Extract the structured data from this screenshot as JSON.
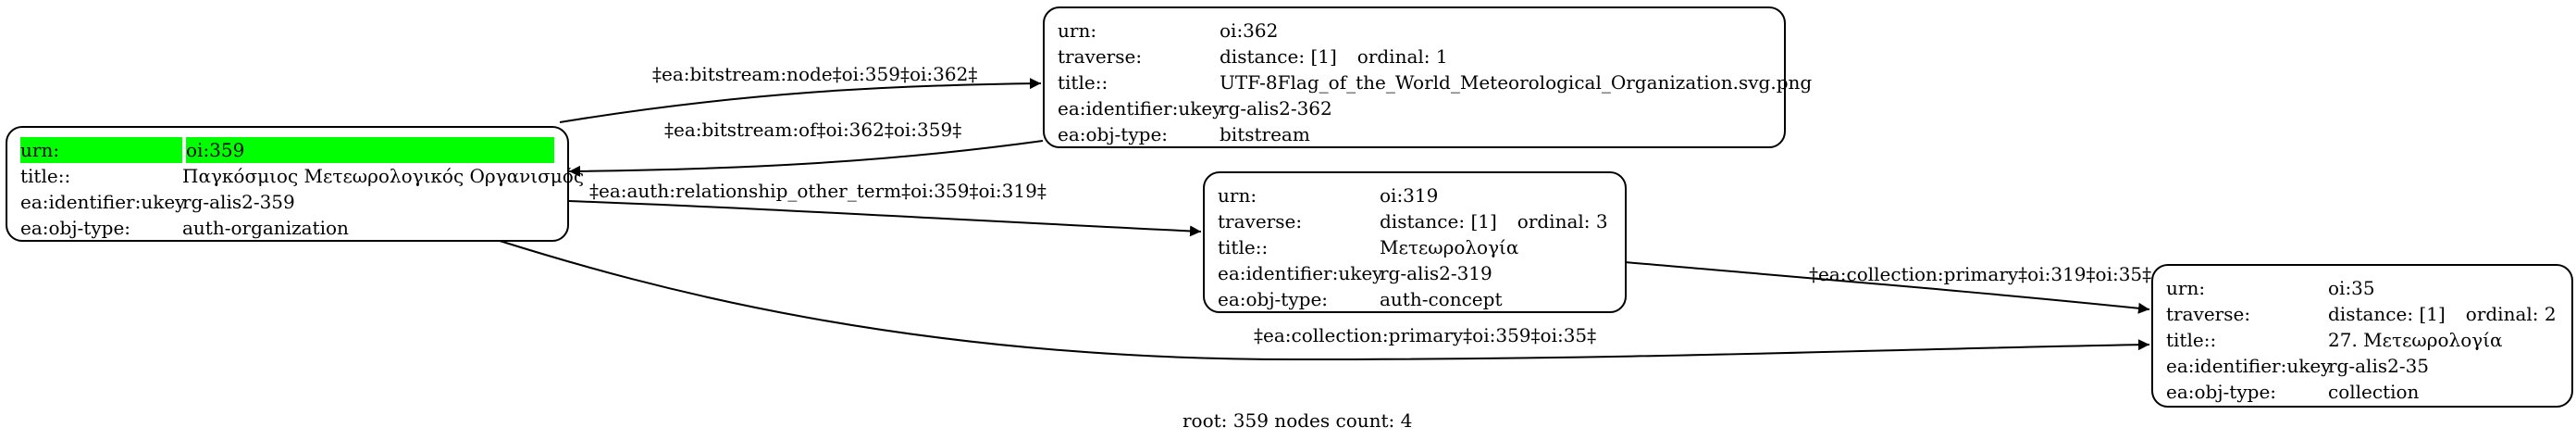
{
  "nodes": {
    "n359": {
      "rows": [
        {
          "key": "urn:",
          "value": "oi:359"
        },
        {
          "key": "title::",
          "value": "Παγκόσμιος Μετεωρολογικός Οργανισμός"
        },
        {
          "key": "ea:identifier:ukey",
          "value": "rg-alis2-359"
        },
        {
          "key": "ea:obj-type:",
          "value": "auth-organization"
        }
      ]
    },
    "n362": {
      "rows": [
        {
          "key": "urn:",
          "value": "oi:362"
        },
        {
          "key": "traverse:",
          "value": "distance: [1]",
          "extra": "ordinal: 1"
        },
        {
          "key": "title::",
          "value": "UTF-8Flag_of_the_World_Meteorological_Organization.svg.png"
        },
        {
          "key": "ea:identifier:ukey",
          "value": "rg-alis2-362"
        },
        {
          "key": "ea:obj-type:",
          "value": "bitstream"
        }
      ]
    },
    "n319": {
      "rows": [
        {
          "key": "urn:",
          "value": "oi:319"
        },
        {
          "key": "traverse:",
          "value": "distance: [1]",
          "extra": "ordinal: 3"
        },
        {
          "key": "title::",
          "value": "Μετεωρολογία"
        },
        {
          "key": "ea:identifier:ukey",
          "value": "rg-alis2-319"
        },
        {
          "key": "ea:obj-type:",
          "value": "auth-concept"
        }
      ]
    },
    "n35": {
      "rows": [
        {
          "key": "urn:",
          "value": "oi:35"
        },
        {
          "key": "traverse:",
          "value": "distance: [1]",
          "extra": "ordinal: 2"
        },
        {
          "key": "title::",
          "value": "27. Μετεωρολογία"
        },
        {
          "key": "ea:identifier:ukey",
          "value": "rg-alis2-35"
        },
        {
          "key": "ea:obj-type:",
          "value": "collection"
        }
      ]
    }
  },
  "edges": [
    {
      "label": "‡ea:bitstream:node‡oi:359‡oi:362‡"
    },
    {
      "label": "‡ea:bitstream:of‡oi:362‡oi:359‡"
    },
    {
      "label": "‡ea:auth:relationship_other_term‡oi:359‡oi:319‡"
    },
    {
      "label": "‡ea:collection:primary‡oi:319‡oi:35‡"
    },
    {
      "label": "‡ea:collection:primary‡oi:359‡oi:35‡"
    }
  ],
  "footer": "root: 359 nodes count: 4",
  "colors": {
    "highlight": "#00ff00",
    "stroke": "#000000"
  }
}
